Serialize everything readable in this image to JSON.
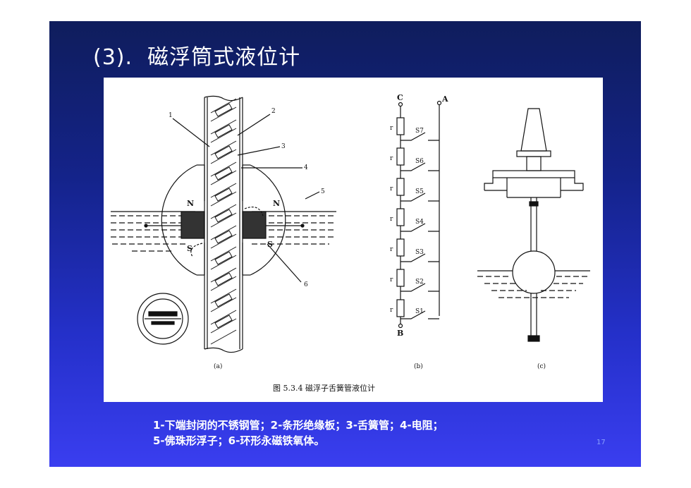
{
  "slide": {
    "title": "(3).  磁浮筒式液位计",
    "caption_line1": "1-下端封闭的不锈钢管；2-条形绝缘板；3-舌簧管；4-电阻；",
    "caption_line2": "5-佛珠形浮子；6-环形永磁铁氧体。",
    "page_number": "17",
    "colors": {
      "background_top": "#0f1d5c",
      "background_bottom": "#3a3ef0",
      "text": "#ffffff"
    }
  },
  "figure": {
    "caption": "图 5.3.4   磁浮子舌簧管液位计",
    "subfigure_labels": [
      "(a)",
      "(b)",
      "(c)"
    ],
    "part_numbers": [
      "1",
      "2",
      "3",
      "4",
      "5",
      "6"
    ],
    "pole_labels": {
      "north": "N",
      "south": "S"
    },
    "circuit": {
      "top_terminal": "C",
      "right_terminal": "A",
      "bottom_terminal": "B",
      "resistor_label": "r",
      "switches": [
        "S7",
        "S6",
        "S5",
        "S4",
        "S3",
        "S2",
        "S1"
      ]
    }
  }
}
